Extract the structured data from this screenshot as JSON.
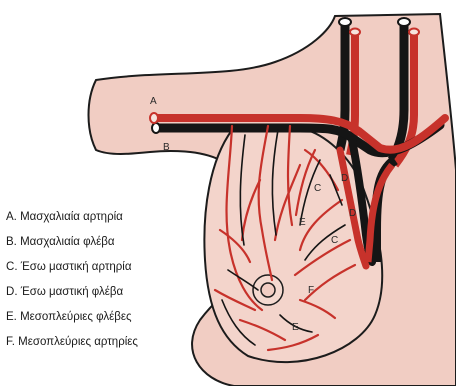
{
  "labels": {
    "a": "A",
    "b": "B",
    "c": "C",
    "d": "D",
    "e": "E",
    "f": "F"
  },
  "legend": [
    {
      "key": "A",
      "text": "Μασχαλιαία αρτηρία"
    },
    {
      "key": "B",
      "text": "Μασχαλιαία φλέβα"
    },
    {
      "key": "C",
      "text": "Έσω μαστική αρτηρία"
    },
    {
      "key": "D",
      "text": "Έσω μαστική φλέβα"
    },
    {
      "key": "E",
      "text": "Μεσοπλεύριες φλέβες"
    },
    {
      "key": "F",
      "text": "Μεσοπλεύριες αρτηρίες"
    }
  ],
  "colors": {
    "skin": "#f1cdc3",
    "skin_shadow": "#e8bdb1",
    "outline": "#1c1c1c",
    "artery": "#c7322b",
    "vein": "#151515"
  }
}
